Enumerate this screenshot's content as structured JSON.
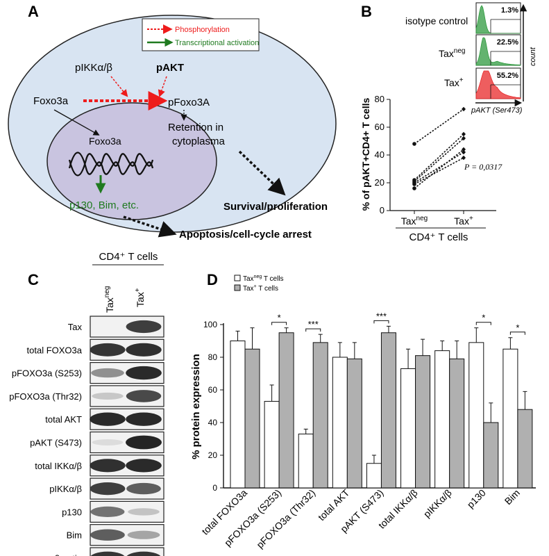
{
  "panel_a": {
    "letter": "A",
    "legend": {
      "phospho": "Phosphorylation",
      "trans": "Transcriptional activation"
    },
    "pikk": "pIKKα/β",
    "pakt": "pAKT",
    "foxo3a": "Foxo3a",
    "pfoxo3a": "pFoxo3A",
    "retention_line1": "Retention in",
    "retention_line2": "cytoplasma",
    "nucleus_foxo3a": "Foxo3a",
    "targets": "p130, Bim, etc.",
    "survival": "Survival/proliferation",
    "apoptosis": "Apoptosis/cell-cycle arrest",
    "colors": {
      "cell": "#d8e4f2",
      "nucleus": "#c9c4e0",
      "phospho": "#ee1c1c",
      "trans": "#1f7a1f"
    }
  },
  "panel_b": {
    "letter": "B",
    "hist_labels": {
      "iso": "isotype control",
      "taxneg_base": "Tax",
      "taxneg_sup": "neg",
      "taxpos_base": "Tax",
      "taxpos_sup": "+"
    },
    "hist_pcts": [
      "1.3%",
      "22.5%",
      "55.2%"
    ],
    "hist_x_label": "pAKT (Ser473)",
    "hist_y_label": "count",
    "y_axis_label": "% of pAKT+CD4+ T cells",
    "x_group_label": "CD4⁺ T cells",
    "p_value": "P = 0,0317",
    "colors": {
      "green": "#2f9a3f",
      "red": "#e8282a"
    }
  },
  "panel_c": {
    "letter": "C",
    "header": "CD4⁺ T cells",
    "col_taxneg_base": "Tax",
    "col_taxneg_sup": "neg",
    "col_taxpos_base": "Tax",
    "col_taxpos_sup": "+",
    "rows": [
      "Tax",
      "total FOXO3a",
      "pFOXO3a (S253)",
      "pFOXO3a (Thr32)",
      "total AKT",
      "pAKT (S473)",
      "total IKKα/β",
      "pIKKα/β",
      "p130",
      "Bim",
      "β-actin"
    ],
    "band_intensity": [
      [
        0.0,
        0.85
      ],
      [
        0.9,
        0.92
      ],
      [
        0.45,
        0.95
      ],
      [
        0.18,
        0.8
      ],
      [
        0.95,
        0.95
      ],
      [
        0.08,
        0.98
      ],
      [
        0.92,
        0.95
      ],
      [
        0.85,
        0.7
      ],
      [
        0.6,
        0.2
      ],
      [
        0.7,
        0.35
      ],
      [
        0.9,
        0.9
      ]
    ]
  },
  "panel_d": {
    "letter": "D",
    "legend_neg_base": "Tax",
    "legend_neg_sup": "neg",
    "legend_neg_suffix": " T cells",
    "legend_pos_base": "Tax",
    "legend_pos_sup": "+",
    "legend_pos_suffix": " T cells"
  },
  "chart_data": [
    {
      "type": "scatter",
      "panel": "B",
      "x_categories": [
        "Tax^neg",
        "Tax^+"
      ],
      "ylabel": "% of pAKT+CD4+ T cells",
      "ylim": [
        0,
        80
      ],
      "yticks": [
        0,
        20,
        40,
        60,
        80
      ],
      "paired_series": [
        {
          "values": [
            48,
            73
          ]
        },
        {
          "values": [
            22,
            55
          ]
        },
        {
          "values": [
            21,
            52
          ]
        },
        {
          "values": [
            20,
            42
          ]
        },
        {
          "values": [
            19,
            38
          ]
        },
        {
          "values": [
            16,
            44
          ]
        }
      ],
      "annotation": "P = 0,0317"
    },
    {
      "type": "bar",
      "panel": "D",
      "ylabel": "% protein expression",
      "ylim": [
        0,
        100
      ],
      "yticks": [
        0,
        20,
        40,
        60,
        80,
        100
      ],
      "categories": [
        "total FOXO3a",
        "pFOXO3a (S253)",
        "pFOXO3a (Thr32)",
        "total AKT",
        "pAKT (S473)",
        "total IKKα/β",
        "pIKKα/β",
        "p130",
        "Bim"
      ],
      "series": [
        {
          "name": "Tax^neg T cells",
          "values": [
            90,
            53,
            33,
            80,
            15,
            73,
            84,
            89,
            85
          ],
          "errors": [
            6,
            10,
            3,
            9,
            5,
            12,
            6,
            9,
            7
          ],
          "color": "#ffffff"
        },
        {
          "name": "Tax^+ T cells",
          "values": [
            85,
            95,
            89,
            79,
            95,
            81,
            79,
            40,
            48
          ],
          "errors": [
            13,
            3,
            5,
            10,
            4,
            10,
            11,
            12,
            11
          ],
          "color": "#b0b0b0"
        }
      ],
      "significance": [
        {
          "index": 1,
          "label": "*"
        },
        {
          "index": 2,
          "label": "***"
        },
        {
          "index": 4,
          "label": "***"
        },
        {
          "index": 7,
          "label": "*"
        },
        {
          "index": 8,
          "label": "*"
        }
      ]
    }
  ]
}
